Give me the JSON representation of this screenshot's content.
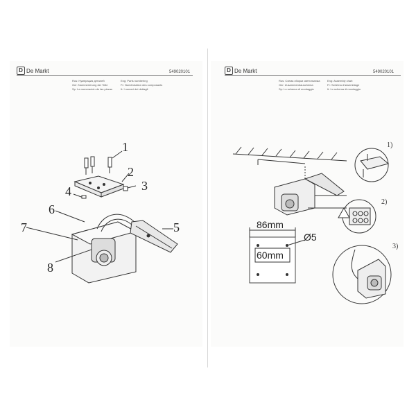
{
  "brand": "De Markt",
  "product_code": "549020101",
  "left_page": {
    "headers": [
      "Rus: Нумерация деталей",
      "Eng: Parts numbering",
      "Ger: Nummerierung der Teile",
      "Fr: Numérotation des composants",
      "Sp: La numeración de las piezas",
      "It: I numeri dei dettagli"
    ],
    "callouts": [
      "1",
      "2",
      "3",
      "4",
      "5",
      "6",
      "7",
      "8"
    ]
  },
  "right_page": {
    "headers": [
      "Rus: Схема сборки светильника",
      "Eng: Assembly chart",
      "Ger: Zusammenbauschema",
      "Fr: Schéma d'assemblage",
      "Sp: Lo schema di montaggio",
      "It: Lo schema di montaggio"
    ],
    "steps": [
      "1)",
      "2)",
      "3)"
    ],
    "dimensions": {
      "width": "86mm",
      "hole": "Ø5",
      "spacing": "60mm"
    }
  }
}
